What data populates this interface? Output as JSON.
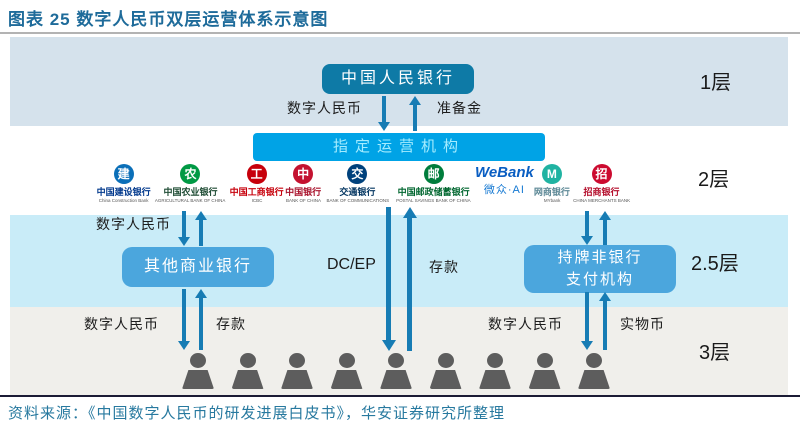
{
  "title": "图表 25 数字人民币双层运营体系示意图",
  "layers": {
    "l1": "1层",
    "l2": "2层",
    "l2_5": "2.5层",
    "l3": "3层"
  },
  "nodes": {
    "central_bank": "中国人民银行",
    "designated_operator": "指定运营机构",
    "other_commercial_banks": "其他商业银行",
    "licensed_nonbank_line1": "持牌非银行",
    "licensed_nonbank_line2": "支付机构"
  },
  "flows": {
    "tier1_left": "数字人民币",
    "tier1_right": "准备金",
    "tier2_left": "数字人民币",
    "mid_left": "DC/EP",
    "mid_right": "存款",
    "bottom_left_1": "数字人民币",
    "bottom_left_2": "存款",
    "bottom_right_1": "数字人民币",
    "bottom_right_2": "实物币"
  },
  "banks": [
    {
      "id": "ccb",
      "type": "logo",
      "glyph": "建",
      "name": "中国建设银行",
      "en": "China Construction Bank",
      "logo_color": "#0b6fb8",
      "text_color": "#00388c"
    },
    {
      "id": "abc",
      "type": "logo",
      "glyph": "农",
      "name": "中国农业银行",
      "en": "AGRICULTURAL BANK OF CHINA",
      "logo_color": "#009944",
      "text_color": "#1c4a32"
    },
    {
      "id": "icbc",
      "type": "logo",
      "glyph": "工",
      "name": "中国工商银行",
      "en": "ICBC",
      "logo_color": "#c7000b",
      "text_color": "#c7000b"
    },
    {
      "id": "boc",
      "type": "logo",
      "glyph": "中",
      "name": "中国银行",
      "en": "BANK OF CHINA",
      "logo_color": "#c41230",
      "text_color": "#a8112b"
    },
    {
      "id": "bocom",
      "type": "logo",
      "glyph": "交",
      "name": "交通银行",
      "en": "BANK OF COMMUNICATIONS",
      "logo_color": "#00417c",
      "text_color": "#00335f"
    },
    {
      "id": "psbc",
      "type": "logo",
      "glyph": "邮",
      "name": "中国邮政储蓄银行",
      "en": "POSTAL SAVINGS BANK OF CHINA",
      "logo_color": "#007d3c",
      "text_color": "#00662f"
    },
    {
      "id": "webank",
      "type": "text",
      "name": "WeBank",
      "sub": "微众·AI"
    },
    {
      "id": "mybank",
      "type": "logo",
      "glyph": "M",
      "name": "网商银行",
      "en": "MYbank",
      "logo_color": "#20b3a2",
      "text_color": "#5b8795"
    },
    {
      "id": "cmb",
      "type": "logo",
      "glyph": "招",
      "name": "招商银行",
      "en": "CHINA MERCHANTS BANK",
      "logo_color": "#cc0a2f",
      "text_color": "#b30a28"
    }
  ],
  "users_count": 9,
  "source": "资料来源：《中国数字人民币的研发进展白皮书》，华安证券研究所整理",
  "colors": {
    "title": "#1e6b9a",
    "band_tier1": "#d5e2ec",
    "band_tier25": "#c9ecf8",
    "band_tier3": "#f0efeb",
    "central_bank_box": "#0e7aa6",
    "operator_box": "#00a3e6",
    "tier_box": "#4ba6dd",
    "arrow": "#177cb4",
    "person": "#5d5d5d",
    "source_text": "#27799f"
  }
}
